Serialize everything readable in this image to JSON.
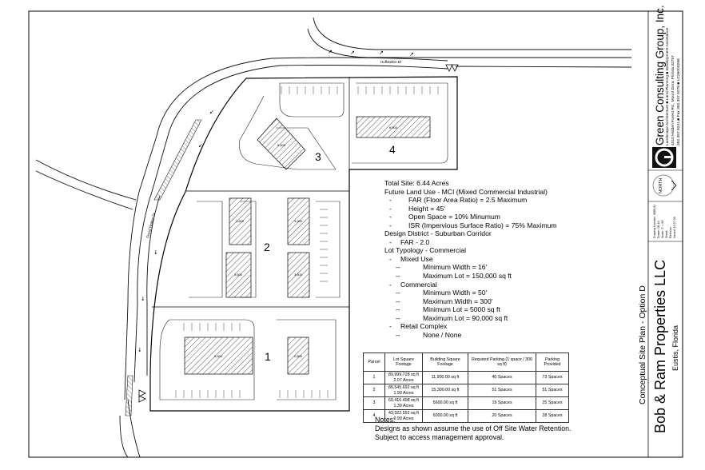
{
  "site_notes": {
    "total_site": "Total Site: 6.44 Acres",
    "future_land_use": "Future Land Use - MCI (Mixed Commercial Industrial)",
    "far": "FAR  (Floor Area Ratio) = 2.5 Maximum",
    "height": "Height = 45'",
    "open_space": "Open Space = 10% Minumum",
    "isr": "ISR (Impervious Surface Ratio) = 75% Maximum",
    "design_district": "Design District - Suburban Corridor",
    "far2": "FAR - 2.0",
    "lot_typology": "Lot Typology - Commercial",
    "mixed_use": "Mixed Use",
    "mu_min_width": "Minimum Width = 16'",
    "mu_max_lot": "Maximum Lot = 150,000 sq ft",
    "commercial": "Commercial",
    "c_min_width": "Minimum Width = 50'",
    "c_max_width": "Maximum Width = 300'",
    "c_min_lot": "Minimum Lot = 5000 sq ft",
    "c_max_lot": "Maximum Lot = 90,000 sq ft",
    "retail_complex": "Retail Complex",
    "rc_none": "None / None",
    "dash": "-",
    "ddash": "--"
  },
  "parking_table": {
    "headers": [
      "Parcel",
      "Lot Square Footage",
      "Building Square Footage",
      "Required Parking (1 space / 300 sq ft)",
      "Parking Provided"
    ],
    "rows": [
      [
        "1",
        "89,999.728 sq ft 2.07 Acres",
        "11,900.00 sq ft",
        "40 Spaces",
        "73 Spaces"
      ],
      [
        "2",
        "86,545.692 sq ft 1.99 Acres",
        "15,300.00 sq ft",
        "51 Spaces",
        "51 Spaces"
      ],
      [
        "3",
        "60,416.498 sq ft 1.39 Acres",
        "5600.00 sq ft",
        "19 Spaces",
        "25 Spaces"
      ],
      [
        "4",
        "43,322.552 sq ft 0.99 Acres",
        "6000.00 sq ft",
        "20 Spaces",
        "28 Spaces"
      ]
    ]
  },
  "footnotes": {
    "title": "Notes:",
    "line1": "Designs as shown assume the use of Off Site Water Retention.",
    "line2": "Subject to access management approval."
  },
  "map": {
    "parcel_labels": [
      "1",
      "2",
      "3",
      "4"
    ],
    "building_labels": [
      "9,600",
      "2,800",
      "3,600",
      "3,600",
      "3,600",
      "3,600",
      "5,600",
      "6,000"
    ],
    "street_top": "Huffstetler Dr",
    "street_left": "David Walker Dr"
  },
  "title_block": {
    "company": "Green Consulting Group, Inc.",
    "services": "Landscape Architecture ■ Land Planning ■ Development Assistance",
    "address": "4010 Hidden Forest Rd., Mount Dora, Florida 32757",
    "phone": "352.357.9241 ■ Fax 352.357.9278 ■ LC26000288",
    "north": "NORTH",
    "drawing_info": [
      "Drawing Number: 0889-02",
      "Drawn: 08-10",
      "Scale: 1\" = 50'",
      "Sheet: ",
      "Revision: ",
      "Issued: 10.27.09"
    ],
    "plan_title": "Conceptual Site Plan - Option D",
    "client": "Bob & Ram Properties LLC",
    "location": "Eustis, Florida"
  }
}
